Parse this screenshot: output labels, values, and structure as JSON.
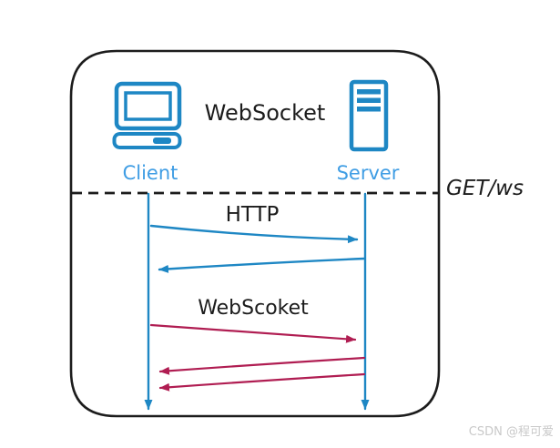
{
  "colors": {
    "background": "#ffffff",
    "ink": "#1c1c1c",
    "node_blue": "#1e87c4",
    "label_blue": "#3f9de4",
    "message_red": "#b01d52",
    "watermark_gray": "#c9c9c9"
  },
  "diagram": {
    "title": "WebSocket",
    "handshake_annotation": "GET/ws",
    "nodes": [
      {
        "label": "Client",
        "icon": "desktop-computer-icon"
      },
      {
        "label": "Server",
        "icon": "server-icon"
      }
    ],
    "phases": [
      {
        "label": "HTTP"
      },
      {
        "label": "WebScoket"
      }
    ],
    "messages": [
      {
        "from": "Client",
        "to": "Server",
        "phase": "HTTP"
      },
      {
        "from": "Server",
        "to": "Client",
        "phase": "HTTP"
      },
      {
        "from": "Client",
        "to": "Server",
        "phase": "WebScoket"
      },
      {
        "from": "Server",
        "to": "Client",
        "phase": "WebScoket"
      },
      {
        "from": "Server",
        "to": "Client",
        "phase": "WebScoket"
      }
    ]
  },
  "watermark": {
    "text": "CSDN @程可爱"
  }
}
